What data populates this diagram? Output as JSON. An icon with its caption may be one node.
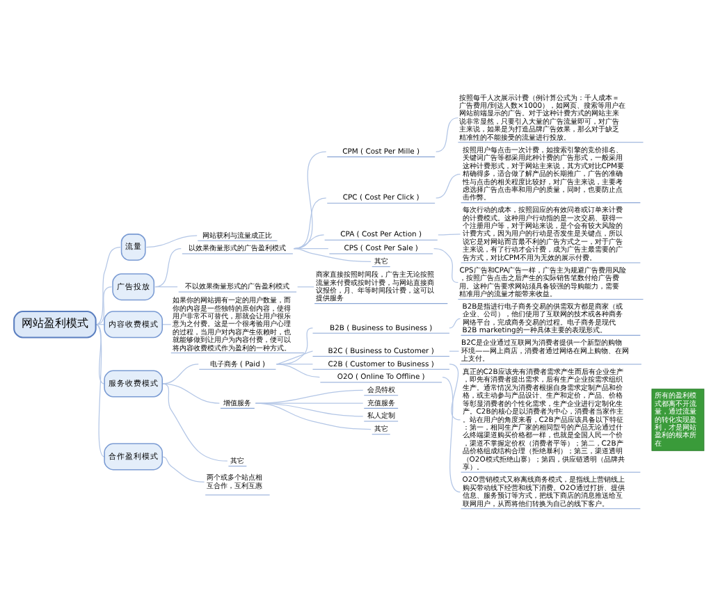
{
  "diagram": {
    "nodes": [
      {
        "text": [
          "网站盈利模式"
        ]
      },
      {
        "text": [
          "流量"
        ]
      },
      {
        "text": [
          "网站获利与流量成正比"
        ]
      },
      {
        "text": [
          "广告投放"
        ]
      },
      {
        "text": [
          "以效果衡量形式的广告盈利模式"
        ]
      },
      {
        "text": [
          "CPM ( Cost Per Mille )"
        ]
      },
      {
        "text": [
          "按照每千人次展示计费（例计算公式为：千人成本＝广告费用/到达人数×1000），如网页、搜索等用户在网站前端显示的广告。对于这种计费方式的网站主来说非常显然，只要引入大量的广告流量即可，对广告主来说，如果是为打造品牌广告效果，那么对于缺乏精准性的不能接受的流量进行投放。"
        ]
      },
      {
        "text": [
          "CPC ( Cost Per Click )"
        ]
      },
      {
        "text": [
          "按照用户每点击一次计费，如搜索引擎的竞价排名、关键词广告等都采用此种计费的广告形式，一般采用这种计费形式，对于网站主来说，其方式对比CPM要精确得多，适合做了解产品的长期推广，广告的准确性与点击的相关程度比较好，对广告主来说，主要考虑选择广告点击率和用户的质量，同时，也要防止点击作弊。"
        ]
      },
      {
        "text": [
          "CPA ( Cost Per Action )"
        ]
      },
      {
        "text": [
          "每次行动的成本，按照回应的有效问卷或订单来计费的计费模式。这种用户行动指的是一次交易、获得一个注册用户等，对于网站来说，是个会有较大风险的计费方式，因为用户的行动是否发生是关键点，所以说它是对网站而言最不利的广告方式之一，对于广告主来说，有了行动才会计费，成为广告主最需要的广告方式，对比CPM不用为无效的展示付费。"
        ]
      },
      {
        "text": [
          "CPS ( Cost Per Sale )"
        ]
      },
      {
        "text": [
          "CPS广告和CPA广告一样，广告主为规避广告费用风险，按照广告点击之后产生的实际销售笔数付给广告费用。这种广告要求网站须具备较强的导购能力，需要精准用户的流量才能带来收益。"
        ]
      },
      {
        "text": [
          "其它"
        ]
      },
      {
        "text": [
          "不以效果衡量形式的广告盈利模式"
        ]
      },
      {
        "text": [
          "商家直接按照时间段，广告主无论按照流量来付费或按时计费，与网站直接商议报价，月、年等时间段计费，这可以提供服务"
        ]
      },
      {
        "text": [
          "内容收费模式"
        ]
      },
      {
        "text": [
          "如果你的网站拥有一定的用户数量，而你的内容是一些独特的原创内容，使得用户非常不可替代，那就会让用户很乐意为之付费。这是一个很考验用户心理的过程，当用户对内容产生依赖时，也就能够做到让用户为内容付费，便可以将内容收费模式作为盈利的一种方式。"
        ]
      },
      {
        "text": [
          "服务收费模式"
        ]
      },
      {
        "text": [
          "电子商务 ( Paid )"
        ]
      },
      {
        "text": [
          "B2B ( Business to Business )"
        ]
      },
      {
        "text": [
          "B2B是指进行电子商务交易的供需双方都是商家（或企业、公司），他们使用了互联网的技术或各种商务网络平台，完成商务交易的过程。电子商务是现代B2B marketing的一种具体主要的表现形式。"
        ]
      },
      {
        "text": [
          "B2C ( Business to Customer )"
        ]
      },
      {
        "text": [
          "B2C是企业通过互联网为消费者提供一个新型的购物环境——网上商店，消费者通过网络在网上购物、在网上支付。"
        ]
      },
      {
        "text": [
          "C2B ( Customer to Business )"
        ]
      },
      {
        "text": [
          "真正的C2B应该先有消费者需求产生而后有企业生产，即先有消费者提出需求，后有生产企业按需求组织生产。通常情况为消费者根据自身需求定制产品和价格，或主动参与产品设计、生产和定价，产品、价格等彰显消费者的个性化需求，生产企业进行定制化生产。C2B的核心是以消费者为中心，消费者当家作主。站在用户的角度来看，C2B产品应该具备以下特征：第一，相同生产厂家的相同型号的产品无论通过什么终端渠道购买价格都一样，也就是全国人民一个价，渠道不掌握定价权（消费者平等）；第二，C2B产品价格组成结构合理（拒绝暴利）；第三，渠道透明（O2O模式拒绝山寨）；第四，供应链透明（品牌共享）。"
        ]
      },
      {
        "text": [
          "O2O ( Online To Offline )"
        ]
      },
      {
        "text": [
          "O2O营销模式又称离线商务模式，是指线上营销线上购买带动线下经营和线下消费。O2O通过打折、提供信息、服务预订等方式，把线下商店的消息推送给互联网用户，从而将他们转换为自己的线下客户。"
        ]
      },
      {
        "text": [
          "增值服务"
        ]
      },
      {
        "text": [
          "会员特权"
        ]
      },
      {
        "text": [
          "充值服务"
        ]
      },
      {
        "text": [
          "私人定制"
        ]
      },
      {
        "text": [
          "其它"
        ]
      },
      {
        "text": [
          "其它"
        ]
      },
      {
        "text": [
          "合作盈利模式"
        ]
      },
      {
        "text": [
          "两个或多个站点相互合作，互利互惠"
        ]
      },
      {
        "text": [
          "所有的盈利模式都离不开流量，通过流量的转化实现盈利，才是网站盈利的根本所在"
        ]
      }
    ],
    "edges": [
      {
        "from": 0,
        "to": 1,
        "arrow": "none"
      },
      {
        "from": 1,
        "to": 2,
        "arrow": "none"
      },
      {
        "from": 0,
        "to": 3,
        "arrow": "none"
      },
      {
        "from": 3,
        "to": 4,
        "arrow": "none"
      },
      {
        "from": 4,
        "to": 5,
        "arrow": "none"
      },
      {
        "from": 5,
        "to": 6,
        "arrow": "none"
      },
      {
        "from": 4,
        "to": 7,
        "arrow": "none"
      },
      {
        "from": 7,
        "to": 8,
        "arrow": "none"
      },
      {
        "from": 4,
        "to": 9,
        "arrow": "none"
      },
      {
        "from": 9,
        "to": 10,
        "arrow": "none"
      },
      {
        "from": 4,
        "to": 11,
        "arrow": "none"
      },
      {
        "from": 11,
        "to": 12,
        "arrow": "none"
      },
      {
        "from": 4,
        "to": 13,
        "arrow": "none"
      },
      {
        "from": 3,
        "to": 14,
        "arrow": "none"
      },
      {
        "from": 14,
        "to": 15,
        "arrow": "none"
      },
      {
        "from": 0,
        "to": 16,
        "arrow": "none"
      },
      {
        "from": 16,
        "to": 17,
        "arrow": "none"
      },
      {
        "from": 0,
        "to": 18,
        "arrow": "none"
      },
      {
        "from": 18,
        "to": 19,
        "arrow": "none"
      },
      {
        "from": 19,
        "to": 20,
        "arrow": "none"
      },
      {
        "from": 20,
        "to": 21,
        "arrow": "none"
      },
      {
        "from": 19,
        "to": 22,
        "arrow": "none"
      },
      {
        "from": 22,
        "to": 23,
        "arrow": "none"
      },
      {
        "from": 19,
        "to": 24,
        "arrow": "none"
      },
      {
        "from": 24,
        "to": 25,
        "arrow": "none"
      },
      {
        "from": 19,
        "to": 26,
        "arrow": "none"
      },
      {
        "from": 26,
        "to": 27,
        "arrow": "none"
      },
      {
        "from": 18,
        "to": 28,
        "arrow": "none"
      },
      {
        "from": 28,
        "to": 29,
        "arrow": "none"
      },
      {
        "from": 28,
        "to": 30,
        "arrow": "none"
      },
      {
        "from": 28,
        "to": 31,
        "arrow": "none"
      },
      {
        "from": 28,
        "to": 32,
        "arrow": "none"
      },
      {
        "from": 18,
        "to": 33,
        "arrow": "none"
      },
      {
        "from": 0,
        "to": 34,
        "arrow": "none"
      },
      {
        "from": 34,
        "to": 35,
        "arrow": "none"
      }
    ]
  }
}
